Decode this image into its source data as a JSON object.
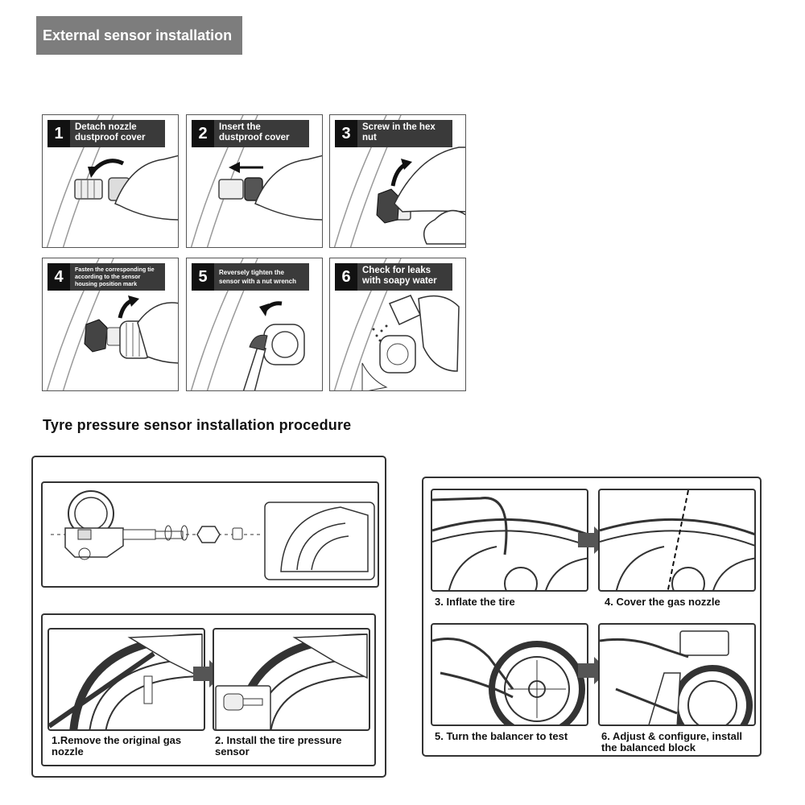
{
  "external": {
    "title": "External sensor installation",
    "steps": [
      {
        "num": "1",
        "label": "Detach nozzle dustproof cover"
      },
      {
        "num": "2",
        "label": "Insert the dustproof cover"
      },
      {
        "num": "3",
        "label": "Screw in the hex nut"
      },
      {
        "num": "4",
        "label": "Fasten the corresponding tie according to the sensor housing position mark"
      },
      {
        "num": "5",
        "label": "Reversely tighten the sensor with a nut wrench"
      },
      {
        "num": "6",
        "label": "Check for leaks with soapy water"
      }
    ]
  },
  "procedure": {
    "title": "Tyre pressure sensor installation procedure",
    "captions": {
      "c1": "1.Remove the original gas nozzle",
      "c2": "2. Install the tire pressure sensor",
      "c3": "3. Inflate the tire",
      "c4": "4. Cover the gas nozzle",
      "c5": "5. Turn the balancer to test",
      "c6": "6. Adjust & configure, install the balanced block"
    }
  }
}
